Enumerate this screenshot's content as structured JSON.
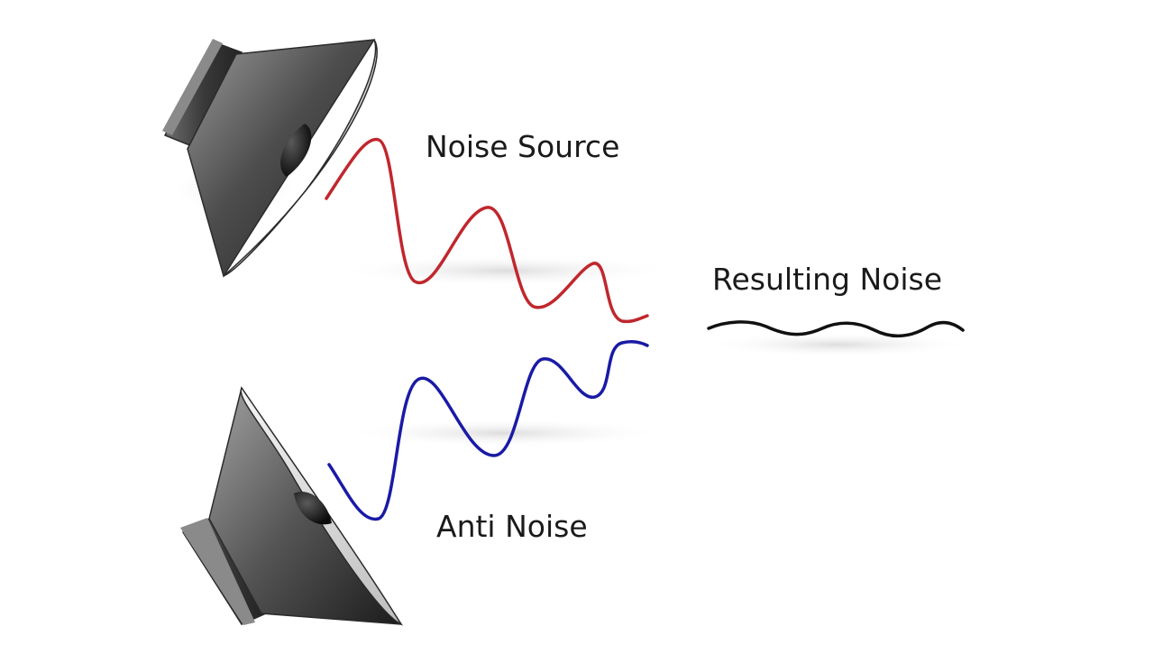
{
  "labels": {
    "noise_source": "Noise Source",
    "resulting_noise": "Resulting Noise",
    "anti_noise": "Anti Noise"
  },
  "colors": {
    "noise_wave": "#c0272d",
    "anti_noise_wave": "#1a1aa6",
    "resulting_wave": "#111111",
    "text": "#1a1a1a"
  },
  "icons": {
    "top_speaker": "loudspeaker-icon",
    "bottom_speaker": "loudspeaker-icon"
  }
}
